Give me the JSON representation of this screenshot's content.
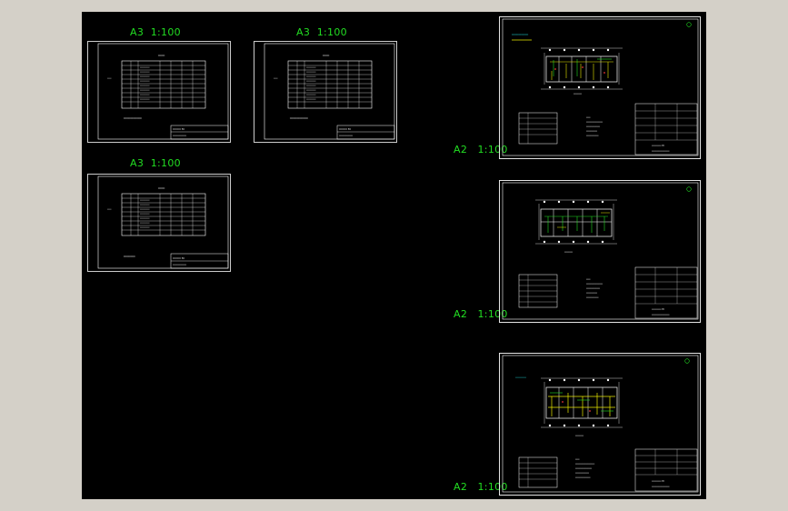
{
  "colors": {
    "background": "#d4d0c8",
    "model_space": "#000000",
    "label_green": "#22dd22",
    "line_white": "#ffffff",
    "accent_cyan": "#22dddd",
    "accent_yellow": "#e8e800",
    "accent_green": "#22dd22",
    "accent_red": "#ee3333"
  },
  "sheets": [
    {
      "id": "a3-1",
      "label": "A3  1:100"
    },
    {
      "id": "a3-2",
      "label": "A3  1:100"
    },
    {
      "id": "a3-3",
      "label": "A3  1:100"
    },
    {
      "id": "a2-1",
      "label": "A2   1:100"
    },
    {
      "id": "a2-2",
      "label": "A2   1:100"
    },
    {
      "id": "a2-3",
      "label": "A2   1:100"
    }
  ]
}
